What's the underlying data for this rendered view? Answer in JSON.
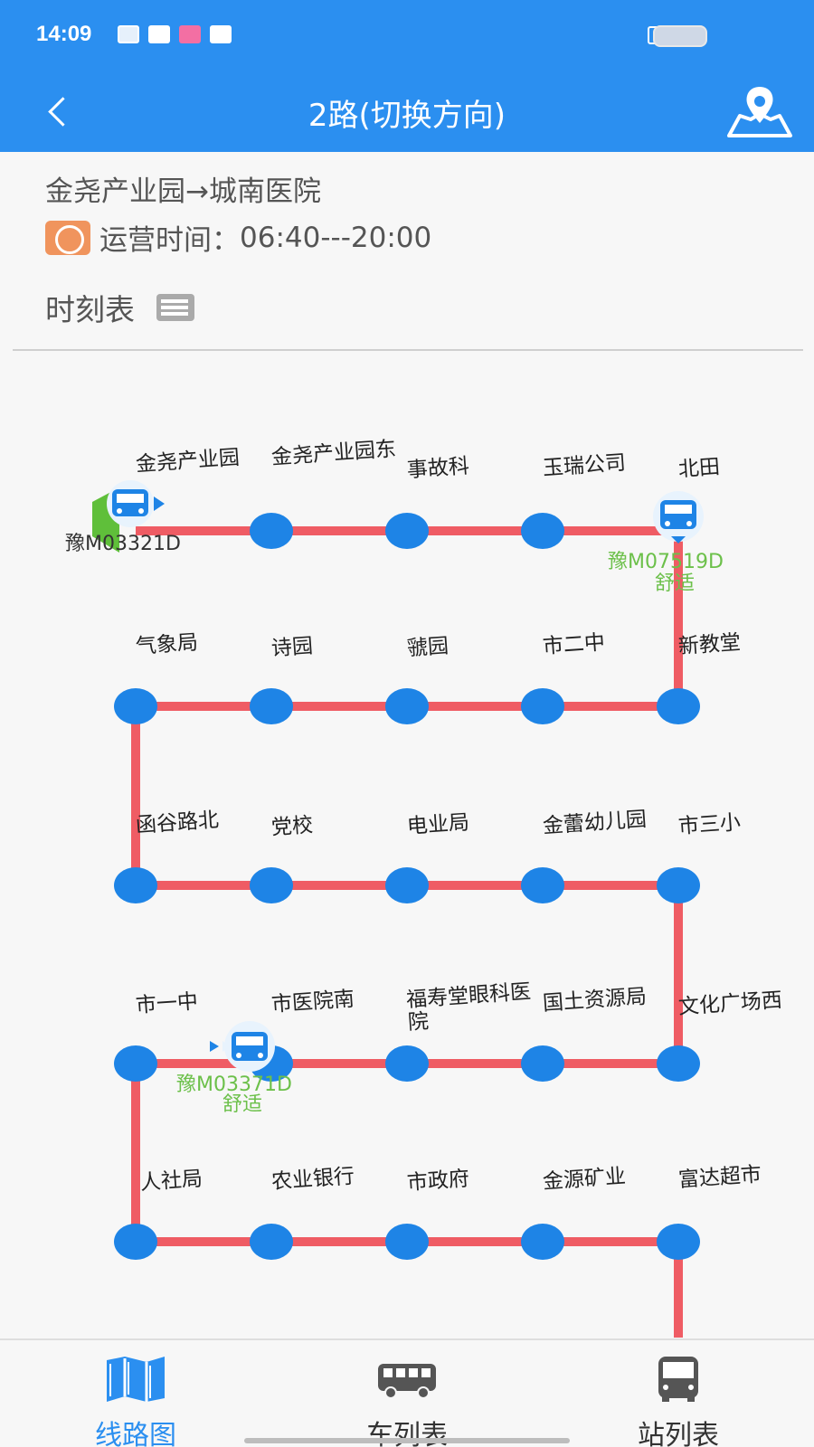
{
  "status_bar": {
    "time": "14:09",
    "icons": [
      "sim-icon",
      "app-icon",
      "app-icon",
      "telegram-icon"
    ],
    "right_icons": [
      "sim-off-icon",
      "wifi-icon",
      "battery-icon"
    ]
  },
  "app_bar": {
    "title": "2路(切换方向)",
    "back_icon": "back-arrow-icon",
    "map_icon": "map-location-icon"
  },
  "route_info": {
    "direction": "金尧产业园→城南医院",
    "hours_label": "运营时间：",
    "hours_value": "06:40---20:00",
    "timetable_label": "时刻表"
  },
  "colors": {
    "primary": "#2b8ff0",
    "route_line": "#ef5c64",
    "stop_dot": "#1e84e6",
    "vehicle_label": "#6cc04a",
    "clock_icon": "#f0945d"
  },
  "stops": [
    {
      "name": "金尧产业园"
    },
    {
      "name": "金尧产业园东"
    },
    {
      "name": "事故科"
    },
    {
      "name": "玉瑞公司"
    },
    {
      "name": "北田"
    },
    {
      "name": "新教堂"
    },
    {
      "name": "市二中"
    },
    {
      "name": "虢园"
    },
    {
      "name": "诗园"
    },
    {
      "name": "气象局"
    },
    {
      "name": "函谷路北"
    },
    {
      "name": "党校"
    },
    {
      "name": "电业局"
    },
    {
      "name": "金蕾幼儿园"
    },
    {
      "name": "市三小"
    },
    {
      "name": "文化广场西"
    },
    {
      "name": "国土资源局"
    },
    {
      "name": "福寿堂眼科医院"
    },
    {
      "name": "市医院南"
    },
    {
      "name": "市一中"
    },
    {
      "name": "人社局"
    },
    {
      "name": "农业银行"
    },
    {
      "name": "市政府"
    },
    {
      "name": "金源矿业"
    },
    {
      "name": "富达超市"
    }
  ],
  "vehicles": [
    {
      "plate": "豫M03321D",
      "comfort": ""
    },
    {
      "plate": "豫M07519D",
      "comfort": "舒适"
    },
    {
      "plate": "豫M03371D",
      "comfort": "舒适"
    }
  ],
  "bottom_nav": {
    "tabs": [
      {
        "label": "线路图",
        "icon": "map-icon",
        "active": true
      },
      {
        "label": "车列表",
        "icon": "bus-side-icon",
        "active": false
      },
      {
        "label": "站列表",
        "icon": "bus-front-icon",
        "active": false
      }
    ]
  }
}
